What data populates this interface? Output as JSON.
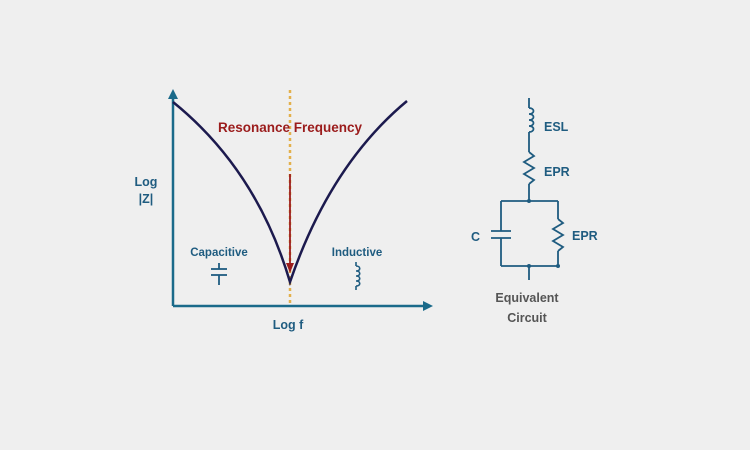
{
  "diagram": {
    "labels": {
      "y_axis_line1": "Log",
      "y_axis_line2": "|Z|",
      "x_axis": "Log f",
      "resonance": "Resonance Frequency",
      "capacitive": "Capacitive",
      "inductive": "Inductive"
    },
    "circuit": {
      "esl": "ESL",
      "epr_series": "EPR",
      "capacitor": "C",
      "epr_parallel": "EPR",
      "caption_line1": "Equivalent",
      "caption_line2": "Circuit"
    },
    "colors": {
      "axis": "#1a6a8a",
      "curve": "#1c1a4e",
      "resonance_line": "#e3b04b",
      "resonance_arrow": "#9b1c1c",
      "label_blue": "#1f5c80",
      "label_gray": "#555555",
      "background": "#efefef"
    }
  }
}
